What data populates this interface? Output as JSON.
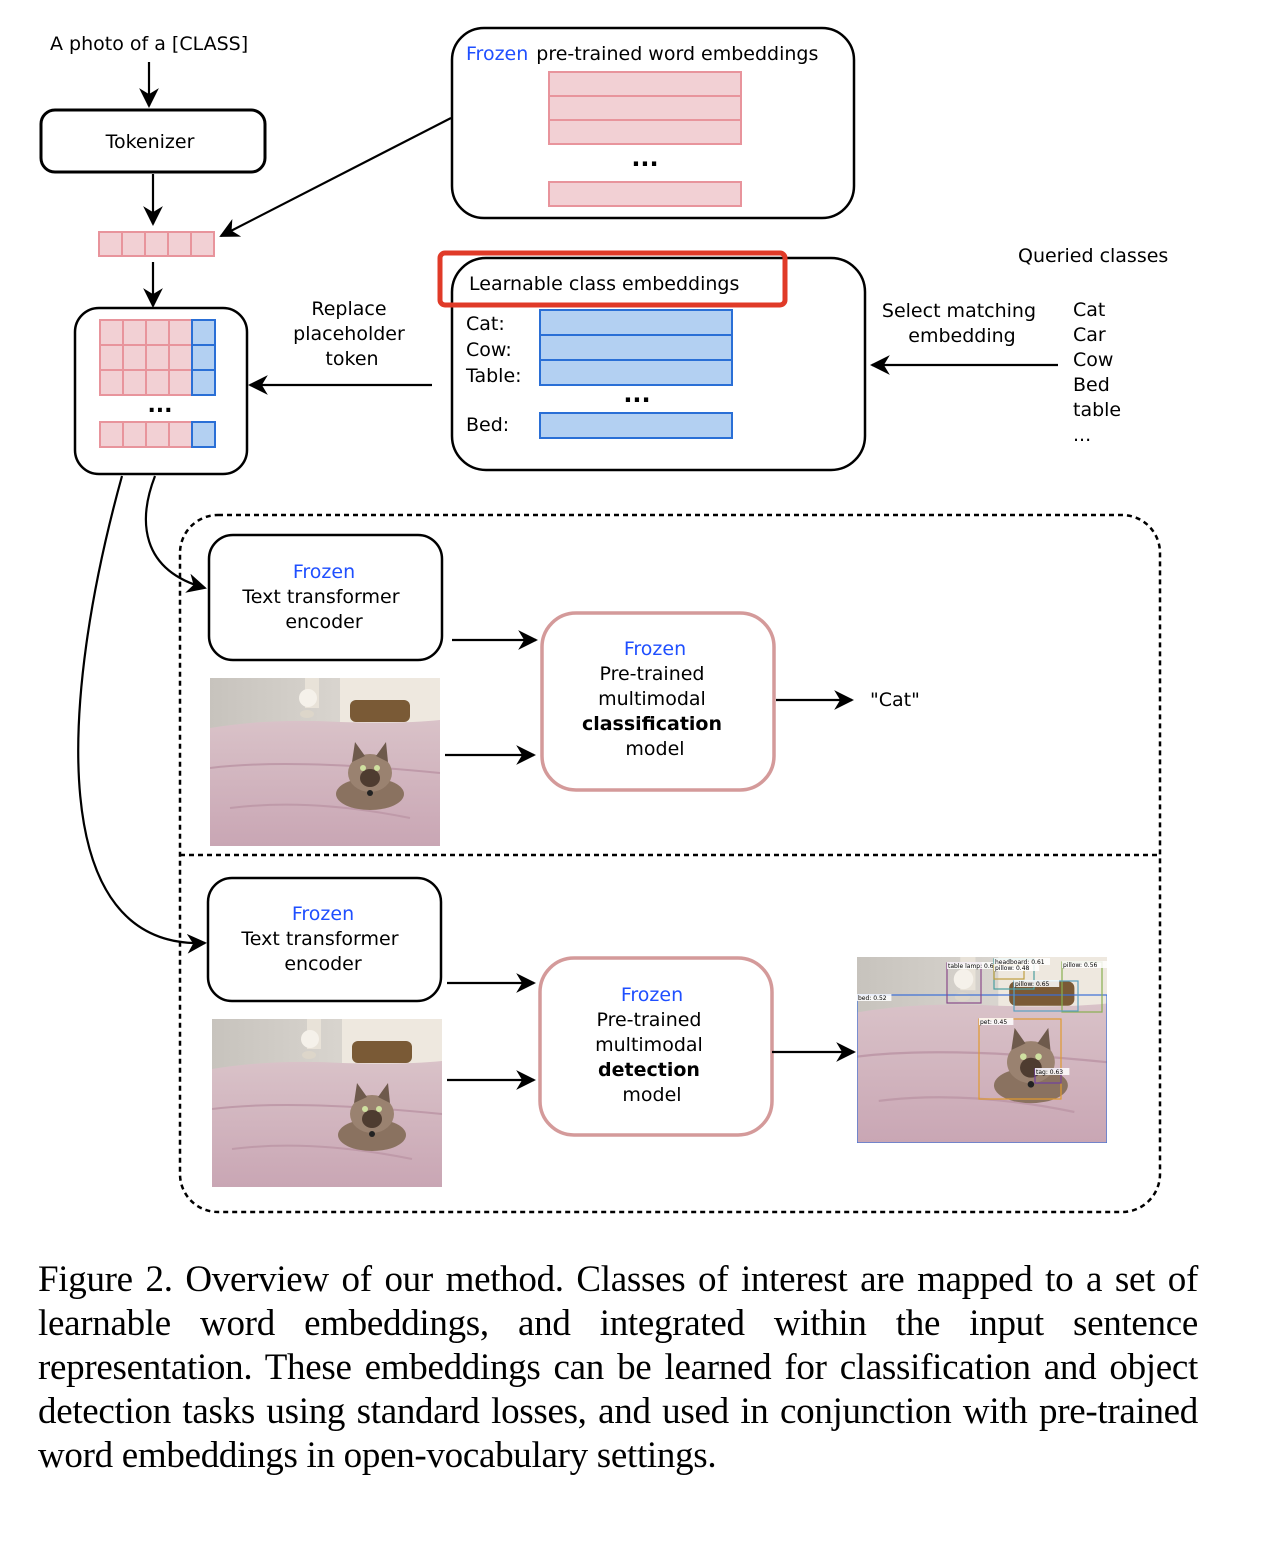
{
  "diagram": {
    "input_prompt": "A photo of a [CLASS]",
    "tokenizer_label": "Tokenizer",
    "frozen_word": "Frozen",
    "word_embeddings_label": "pre-trained word embeddings",
    "ellipsis": "...",
    "replace_label": [
      "Replace",
      "placeholder",
      "token"
    ],
    "learnable_label": "Learnable class embeddings",
    "class_rows": [
      "Cat:",
      "Cow:",
      "Table:",
      "Bed:"
    ],
    "select_label": [
      "Select matching",
      "embedding"
    ],
    "queried_title": "Queried classes",
    "queried_list": [
      "Cat",
      "Car",
      "Cow",
      "Bed",
      "table",
      "..."
    ],
    "encoder_label": [
      "Text transformer",
      "encoder"
    ],
    "classifier_label": [
      "Pre-trained",
      "multimodal",
      "classification",
      "model"
    ],
    "detector_label": [
      "Pre-trained",
      "multimodal",
      "detection",
      "model"
    ],
    "output_class": "\"Cat\"",
    "detections": [
      {
        "label": "bed: 0.52"
      },
      {
        "label": "table lamp: 0.63"
      },
      {
        "label": "headboard: 0.61"
      },
      {
        "label": "pillow: 0.48"
      },
      {
        "label": "pillow: 0.56"
      },
      {
        "label": "pillow: 0.65"
      },
      {
        "label": "pet: 0.45"
      },
      {
        "label": "tag: 0.63"
      }
    ],
    "colors": {
      "frozen_blue": "#1f4fff",
      "embedding_pink": "#f2d0d4",
      "embedding_pink_border": "#e8949c",
      "learnable_blue": "#b3d0f2",
      "learnable_blue_border": "#2a6fd6",
      "highlight_red": "#e03a28",
      "model_border": "#d49a9a"
    }
  },
  "caption": "Figure 2. Overview of our method. Classes of interest are mapped to a set of learnable word embeddings, and integrated within the input sentence representation. These embeddings can be learned for classification and object detection tasks using standard losses, and used in conjunction with pre-trained word embeddings in open-vocabulary settings."
}
